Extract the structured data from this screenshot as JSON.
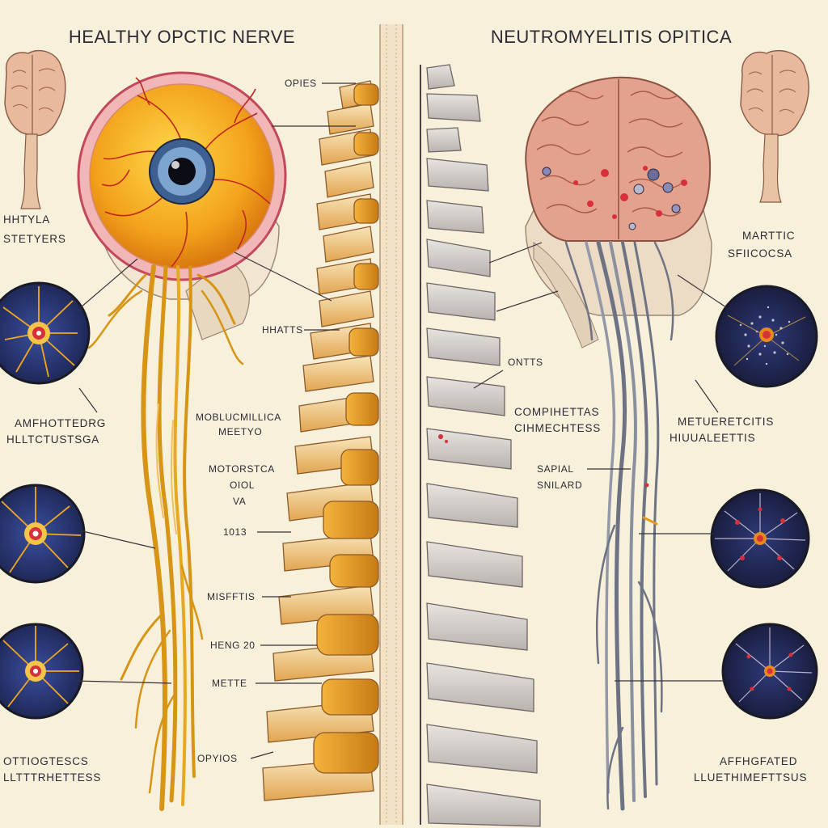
{
  "titles": {
    "left": "HEALTHY OPCTIC NERVE",
    "right": "NEUTROMYELITIS OPITICA"
  },
  "labels": {
    "opies": "OPIES",
    "hhatts": "HHATTS",
    "hhtyla_1": "HHTYLA",
    "hhtyla_2": "STETYERS",
    "amfh_1": "AMFHOTTEDRG",
    "amfh_2": "HLLTCTUSTSGA",
    "moblu_1": "MOBLUCMILLICA",
    "moblu_2": "MEETYO",
    "motor_1": "MOTORSTCA",
    "motor_2": "OIOL",
    "motor_3": "VA",
    "num_1013": "1013",
    "misstis": "MISFFTIS",
    "heng": "HENG 20",
    "mette": "METTE",
    "opyios": "OPYIOS",
    "ottog_1": "OTTIOGTESCS",
    "ottog_2": "LLTTTRHETTESS",
    "ontts": "ONTTS",
    "comph_1": "COMPIHETTAS",
    "comph_2": "CIHMECHTESS",
    "sapial_1": "SAPIAL",
    "sapial_2": "SNILARD",
    "martic_1": "MARTTIC",
    "martic_2": "SFIICOCSA",
    "metu_1": "METUERETCITIS",
    "metu_2": "HIUUALEETTIS",
    "affh_1": "AFFHGFATED",
    "affh_2": "LLUETHIMEFTTSUS"
  },
  "colors": {
    "background": "#f7f1dc",
    "healthy_nerve": "#e0a020",
    "affected_nerve": "#7a7f8e",
    "lesion": "#d8303a"
  },
  "icons": {
    "healthy_eye": "eyeball-icon",
    "affected_brain": "brain-icon",
    "small_brain": "brain-icon"
  }
}
